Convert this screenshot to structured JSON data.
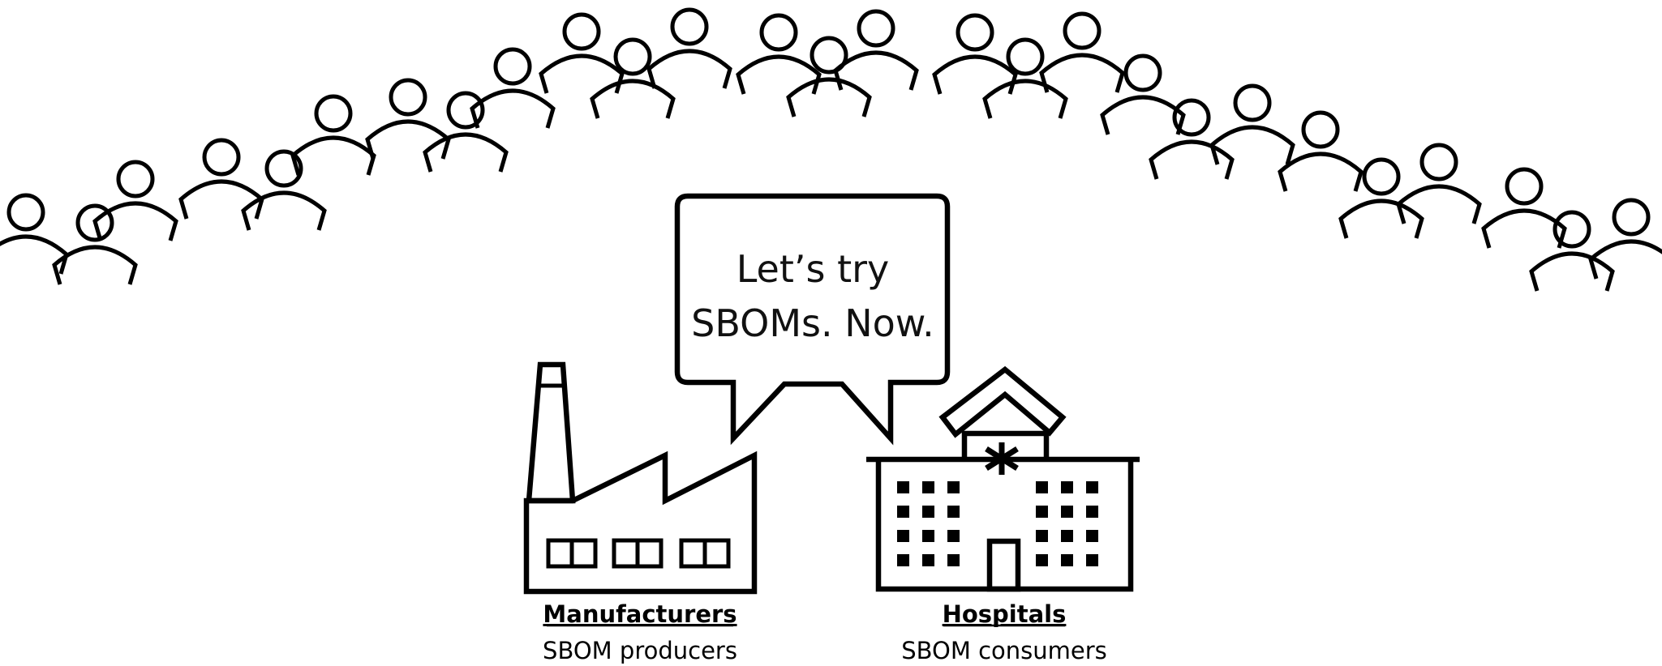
{
  "speech_bubble": {
    "line1": "Let’s try",
    "line2": "SBOMs. Now."
  },
  "manufacturers": {
    "title": "Manufacturers",
    "subtitle": "SBOM producers"
  },
  "hospitals": {
    "title": "Hospitals",
    "subtitle": "SBOM consumers"
  },
  "colors": {
    "ink": "#000000",
    "background": "#ffffff"
  }
}
